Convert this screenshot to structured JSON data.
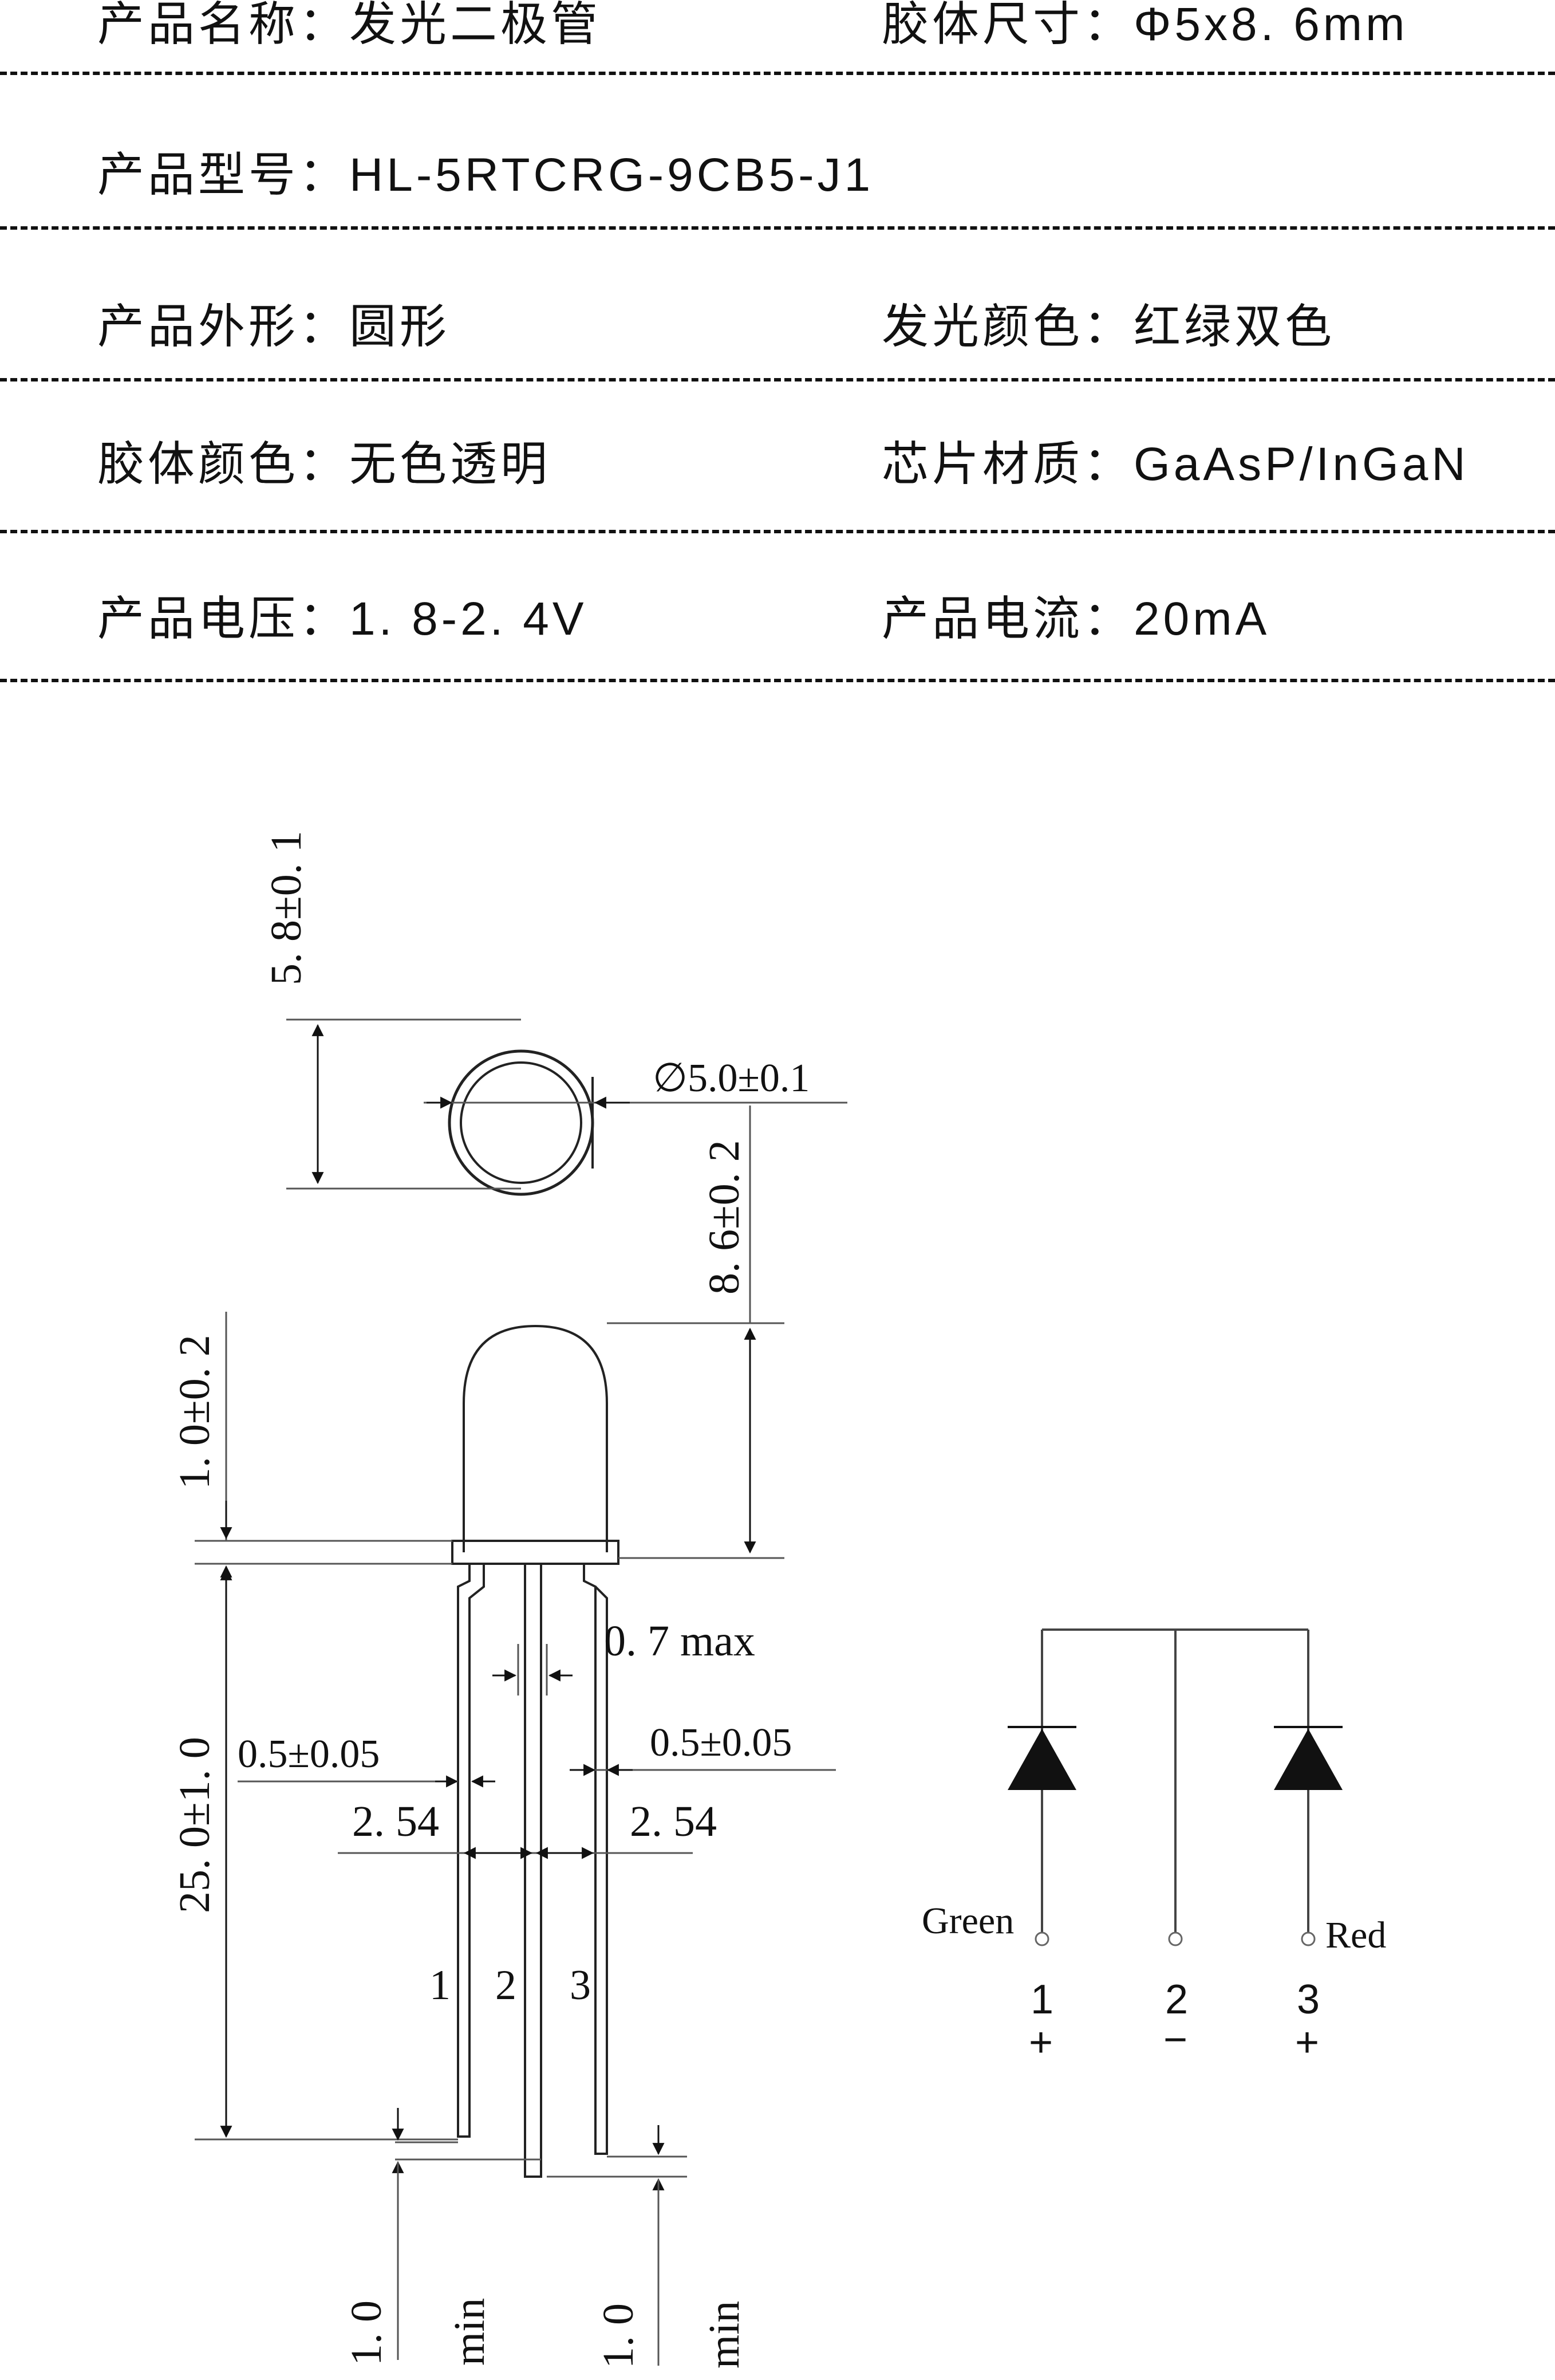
{
  "spec": {
    "rows": [
      {
        "left": "产品名称：发光二极管",
        "right": "胶体尺寸：Φ5x8. 6mm"
      },
      {
        "left": "产品型号：HL-5RTCRG-9CB5-J1",
        "right": ""
      },
      {
        "left": "产品外形：圆形",
        "right": "发光颜色：红绿双色"
      },
      {
        "left": "胶体颜色：无色透明",
        "right": "芯片材质：GaAsP/InGaN"
      },
      {
        "left": "产品电压：1. 8-2. 4V",
        "right": "产品电流：20mA"
      }
    ]
  },
  "drawing": {
    "dim_top_height": "5. 8±0. 1",
    "dim_diameter": "∅5.0±0.1",
    "dim_body_height": "8. 6±0. 2",
    "dim_flange": "1. 0±0. 2",
    "dim_lead_length": "25. 0±1. 0",
    "dim_lead_max": "0. 7 max",
    "dim_lead_width_left": "0.5±0.05",
    "dim_lead_width_right": "0.5±0.05",
    "dim_pitch_left": "2. 54",
    "dim_pitch_right": "2. 54",
    "pin_1": "1",
    "pin_2": "2",
    "pin_3": "3",
    "dim_min_left_value": "1. 0",
    "dim_min_left_unit": "min",
    "dim_min_right_value": "1. 0",
    "dim_min_right_unit": "min"
  },
  "schematic": {
    "label_green": "Green",
    "label_red": "Red",
    "pins": [
      {
        "number": "1",
        "polarity": "+"
      },
      {
        "number": "2",
        "polarity": "−"
      },
      {
        "number": "3",
        "polarity": "+"
      }
    ]
  }
}
